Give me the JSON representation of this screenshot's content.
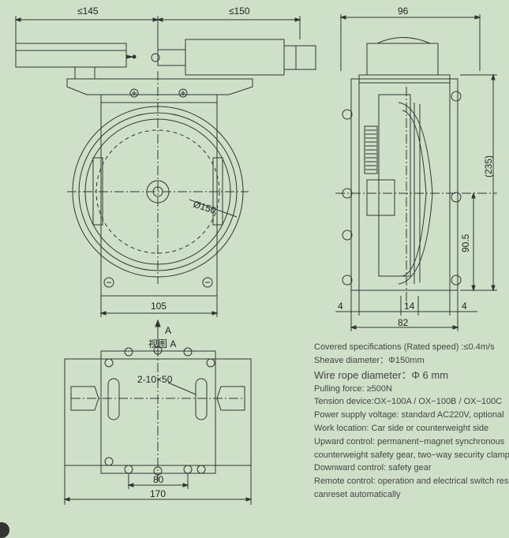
{
  "labels": {
    "top_left_width": "≤145",
    "top_mid_width": "≤150",
    "side_width": "96",
    "side_height": "(235)",
    "sheave_diameter": "Ø150",
    "base_width": "105",
    "view_arrow": "A",
    "view_label": "视图 A",
    "slot_spec": "2-10×50",
    "bottom_inner": "80",
    "bottom_outer": "170",
    "side_offset": "90.5",
    "side_left_gap": "4",
    "side_mid": "14",
    "side_right_gap": "4",
    "side_bottom": "82"
  },
  "specs": [
    "Covered specifications (Rated speed) :≤0.4m/s",
    "Sheave diameter：Φ150mm",
    "Wire rope diameter：Φ 6 mm",
    "Pulling force: ≥500N",
    "Tension device:OX−100A / OX−100B / OX−100C",
    "Power supply voltage: standard AC220V, optional",
    "Work location: Car side or  counterweight side",
    "Upward control: permanent−magnet synchronous",
    "counterweight safety gear, two−way security clamp",
    "Downward control: safety gear",
    "Remote control: operation and electrical switch res",
    "canreset automatically"
  ]
}
